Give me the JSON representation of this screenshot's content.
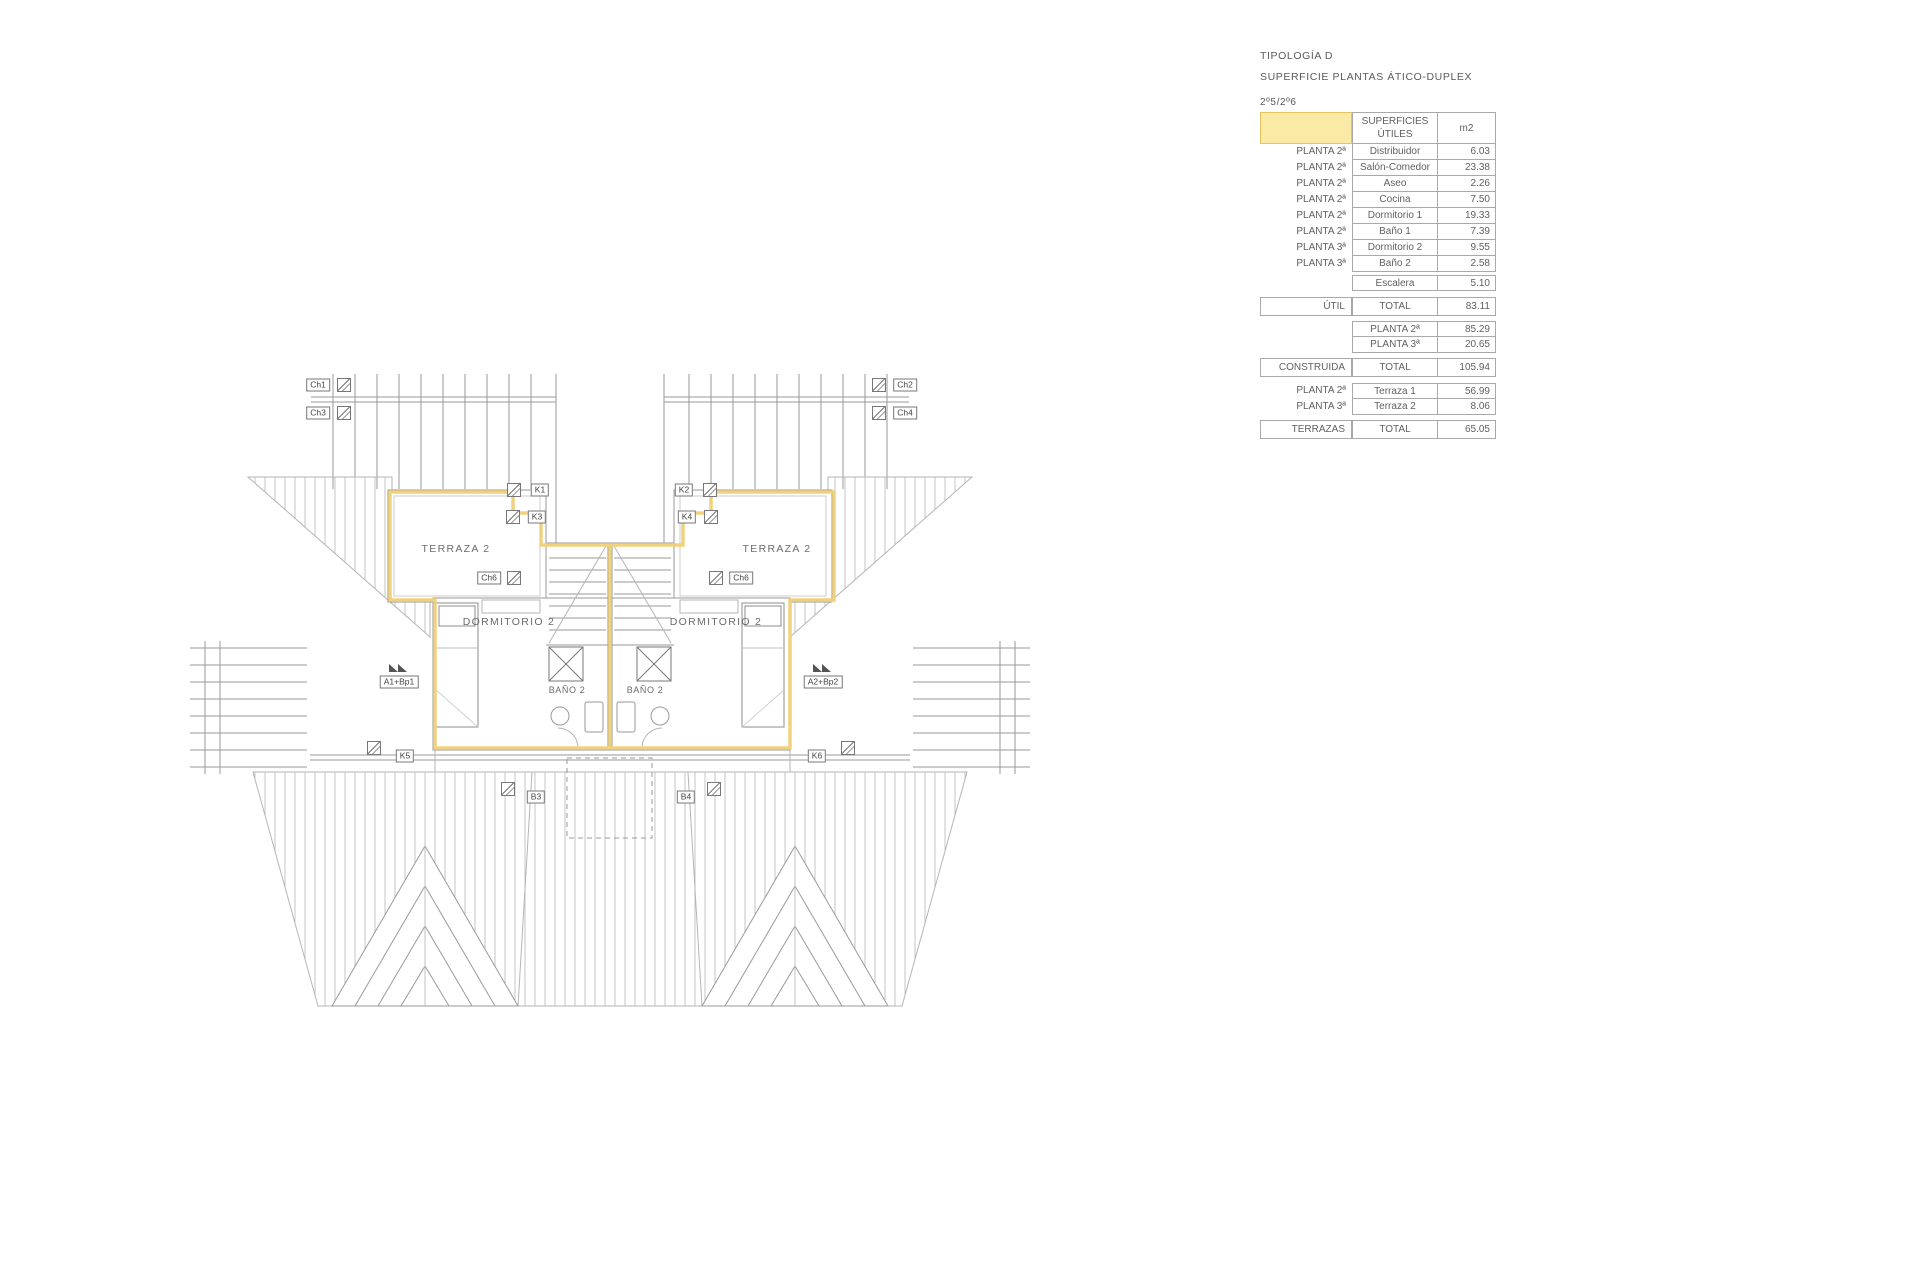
{
  "title_block": {
    "line1": "TIPOLOGÍA D",
    "line2": "SUPERFICIE PLANTAS ÁTICO-DUPLEX",
    "units": "2º5/2º6"
  },
  "table": {
    "header": {
      "superficies_line1": "SUPERFICIES",
      "superficies_line2": "ÚTILES",
      "unit_label": "m2"
    },
    "rows": [
      {
        "planta": "PLANTA 2ª",
        "concepto": "Distribuidor",
        "m2": "6.03"
      },
      {
        "planta": "PLANTA 2ª",
        "concepto": "Salón-Comedor",
        "m2": "23.38"
      },
      {
        "planta": "PLANTA 2ª",
        "concepto": "Aseo",
        "m2": "2.26"
      },
      {
        "planta": "PLANTA 2ª",
        "concepto": "Cocina",
        "m2": "7.50"
      },
      {
        "planta": "PLANTA 2ª",
        "concepto": "Dormitorio 1",
        "m2": "19.33"
      },
      {
        "planta": "PLANTA 2ª",
        "concepto": "Baño 1",
        "m2": "7.39"
      },
      {
        "planta": "PLANTA 3ª",
        "concepto": "Dormitorio 2",
        "m2": "9.55"
      },
      {
        "planta": "PLANTA 3ª",
        "concepto": "Baño 2",
        "m2": "2.58"
      },
      {
        "planta": "",
        "concepto": "Escalera",
        "m2": "5.10"
      },
      {
        "planta": "ÚTIL",
        "concepto": "TOTAL",
        "m2": "83.11"
      },
      {
        "planta": "",
        "concepto": "PLANTA 2ª",
        "m2": "85.29"
      },
      {
        "planta": "",
        "concepto": "PLANTA 3ª",
        "m2": "20.65"
      },
      {
        "planta": "CONSTRUIDA",
        "concepto": "TOTAL",
        "m2": "105.94"
      },
      {
        "planta": "PLANTA 2ª",
        "concepto": "Terraza 1",
        "m2": "56.99"
      },
      {
        "planta": "PLANTA 3ª",
        "concepto": "Terraza 2",
        "m2": "8.06"
      },
      {
        "planta": "TERRAZAS",
        "concepto": "TOTAL",
        "m2": "65.05"
      }
    ]
  },
  "plan": {
    "rooms": {
      "terraza_left": "TERRAZA 2",
      "terraza_right": "TERRAZA 2",
      "dormitorio_left": "DORMITORIO 2",
      "dormitorio_right": "DORMITORIO 2",
      "bano_left": "BAÑO 2",
      "bano_right": "BAÑO 2"
    },
    "tags": {
      "ch1": "Ch1",
      "ch2": "Ch2",
      "ch3": "Ch3",
      "ch4": "Ch4",
      "ch6_left": "Ch6",
      "ch6_right": "Ch6",
      "k1": "K1",
      "k2": "K2",
      "k3": "K3",
      "k4": "K4",
      "k5": "K5",
      "k6": "K6",
      "b3": "B3",
      "b4": "B4",
      "a1": "A1+Bp1",
      "a2": "A2+Bp2"
    }
  },
  "colors": {
    "highlight_outline": "#F0D27E",
    "legend_fill": "#FBE9A6",
    "legend_border": "#E3C45F",
    "drawing_line": "#9a9a9a",
    "hatch_line": "#c2c2c2",
    "text": "#5f5f5f"
  }
}
